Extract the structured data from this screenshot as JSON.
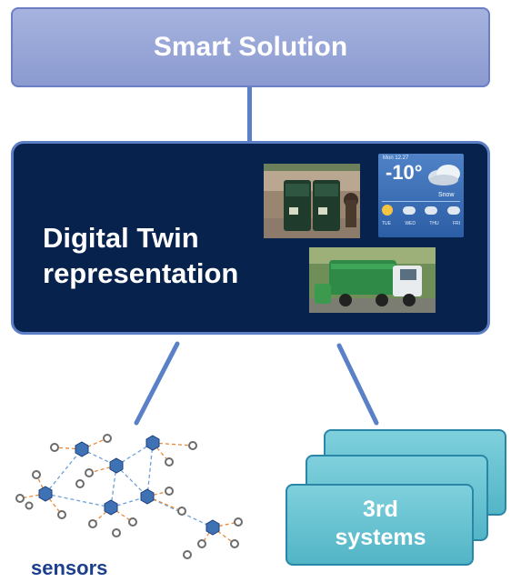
{
  "smart_solution": {
    "label": "Smart Solution"
  },
  "digital_twin": {
    "line1": "Digital Twin",
    "line2": "representation"
  },
  "images": [
    {
      "name": "smart-bins-photo"
    },
    {
      "name": "weather-widget",
      "date": "Mon 12.27",
      "temperature": "-10°",
      "condition": "Snow",
      "days": [
        "TUE",
        "WED",
        "THU",
        "FRI"
      ]
    },
    {
      "name": "garbage-truck-photo"
    }
  ],
  "third_systems": {
    "line1": "3rd",
    "line2": "systems"
  },
  "sensors": {
    "label": "sensors"
  },
  "colors": {
    "smart_solution_fill": "#8b9ad0",
    "digital_twin_fill": "#08224e",
    "connector": "#5a80c8",
    "systems_fill": "#5bbccc",
    "sensor_node": "#3f72b5",
    "sensor_link": "#e88a3c",
    "sensors_text": "#1b3f8c"
  }
}
